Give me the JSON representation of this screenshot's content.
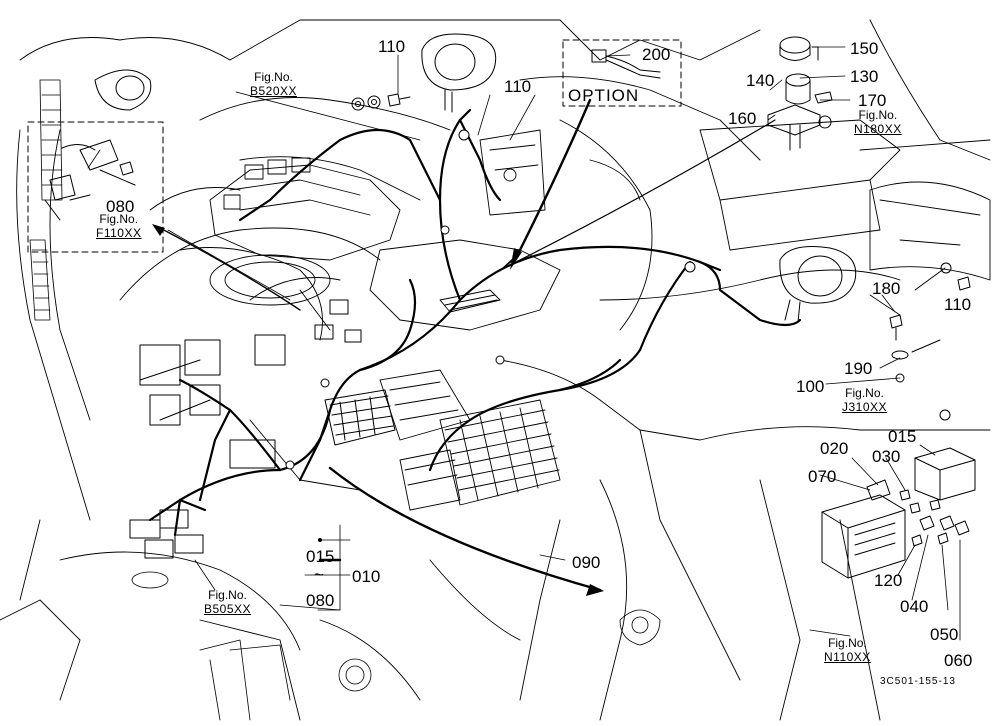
{
  "fig_prefix": "Fig.No.",
  "fig_refs": {
    "b520": "B520XX",
    "f110": "F110XX",
    "n180": "N180XX",
    "j310": "J310XX",
    "b505": "B505XX",
    "n110": "N110XX"
  },
  "option_label": "OPTION",
  "range_tilde": "~",
  "drawing_code": "3C501-155-13",
  "part_numbers": {
    "p010": "010",
    "p015a": "015",
    "p015b": "015",
    "p020": "020",
    "p030": "030",
    "p040": "040",
    "p050": "050",
    "p060": "060",
    "p070": "070",
    "p080a": "080",
    "p080b": "080",
    "p090": "090",
    "p100": "100",
    "p110a": "110",
    "p110b": "110",
    "p110c": "110",
    "p120": "120",
    "p130": "130",
    "p140": "140",
    "p150": "150",
    "p160": "160",
    "p170": "170",
    "p180": "180",
    "p190": "190",
    "p200": "200"
  },
  "colors": {
    "ink": "#000000",
    "paper": "#ffffff"
  }
}
